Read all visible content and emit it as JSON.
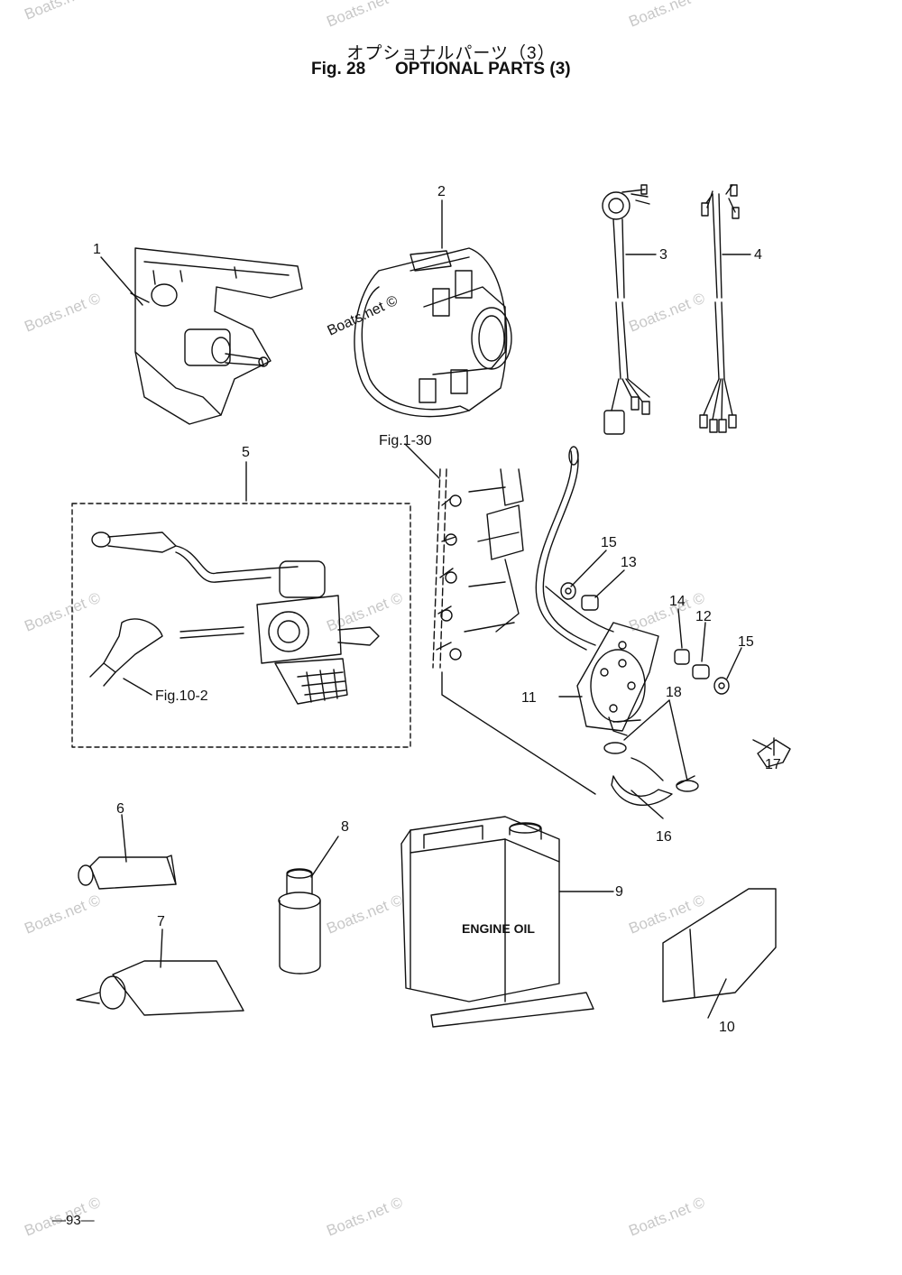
{
  "header": {
    "title_jp": "オプショナルパーツ（3）",
    "fig_label": "Fig. 28",
    "title_en": "OPTIONAL PARTS (3)"
  },
  "callouts": {
    "c1": "1",
    "c2": "2",
    "c3": "3",
    "c4": "4",
    "c5": "5",
    "c6": "6",
    "c7": "7",
    "c8": "8",
    "c9": "9",
    "c10": "10",
    "c11": "11",
    "c12": "12",
    "c13": "13",
    "c14": "14",
    "c15a": "15",
    "c15b": "15",
    "c16": "16",
    "c17": "17",
    "c18": "18"
  },
  "refs": {
    "fig_1_30": "Fig.1-30",
    "fig_10_2": "Fig.10-2"
  },
  "oil_label": "ENGINE OIL",
  "page_number": "—93—",
  "watermark": {
    "text": "Boats.net ©",
    "stamp": "Boats.net ©"
  }
}
